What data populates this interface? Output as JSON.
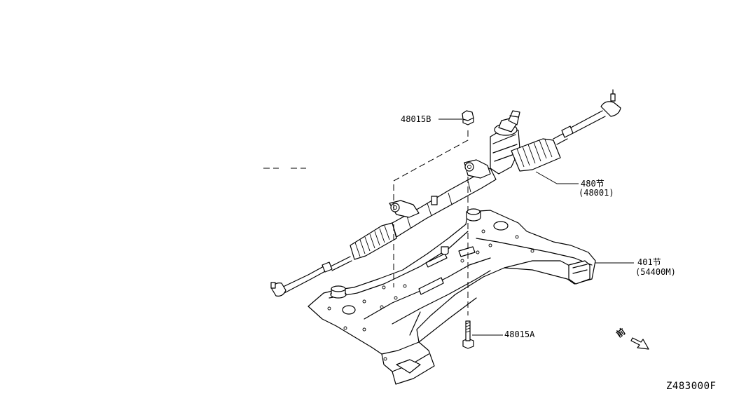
{
  "callouts": {
    "bolt_b": "48015B",
    "bolt_a": "48015A",
    "gear_ref": "480",
    "gear_ref_suffix": "节",
    "gear_part": "(48001)",
    "member_ref": "401",
    "member_ref_suffix": "节",
    "member_part": "(54400M)"
  },
  "front_label": "前",
  "drawing_number": "Z483000F"
}
